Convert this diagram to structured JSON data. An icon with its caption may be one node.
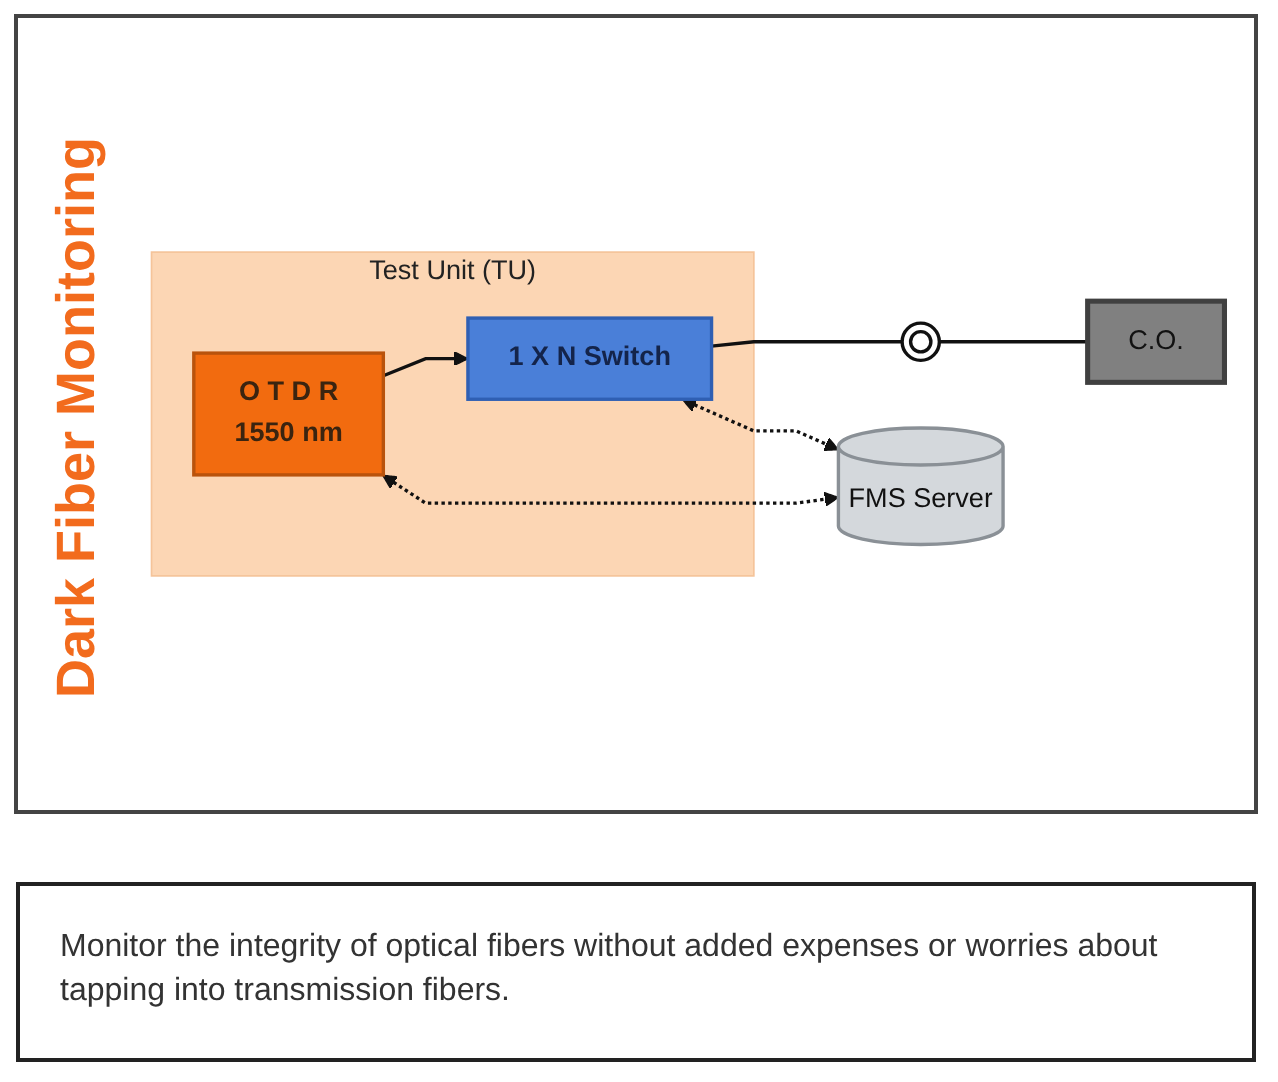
{
  "diagram": {
    "title": "Dark Fiber Monitoring",
    "caption": "Monitor the integrity of optical fibers without added expenses or worries about tapping into transmission fibers.",
    "nodes": [
      {
        "text": [
          "Test Unit (TU)"
        ]
      },
      {
        "text": [
          "O T D R",
          "1550 nm"
        ],
        "in": 0
      },
      {
        "text": [
          "1 X N Switch"
        ],
        "in": 0
      },
      {
        "text": [],
        "shape": "circle"
      },
      {
        "text": [
          "C.O."
        ]
      },
      {
        "text": [
          "FMS Server"
        ]
      }
    ],
    "edges": [
      {
        "from": 1,
        "to": 2,
        "arrow": "to"
      },
      {
        "from": 2,
        "to": 3,
        "arrow": "none"
      },
      {
        "from": 3,
        "to": 4,
        "arrow": "none"
      },
      {
        "from": 2,
        "to": 5,
        "arrow": "both",
        "style": "dashed"
      },
      {
        "from": 1,
        "to": 5,
        "arrow": "both",
        "style": "dashed"
      }
    ]
  }
}
